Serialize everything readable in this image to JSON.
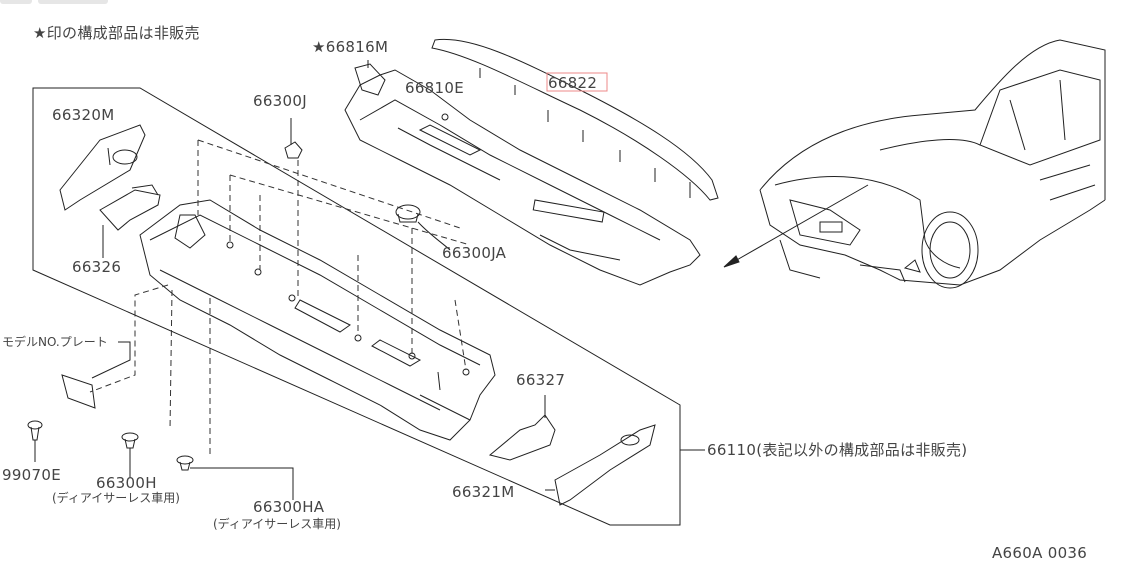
{
  "note": "★印の構成部品は非販売",
  "figure_code": "A660A 0036",
  "parts": {
    "p66816M": "★66816M",
    "p66810E": "66810E",
    "p66822": "66822",
    "p66300J": "66300J",
    "p66320M": "66320M",
    "p66326": "66326",
    "p66300JA": "66300JA",
    "model_plate": "モデルNO.プレート",
    "p66327": "66327",
    "p66110": "66110(表記以外の構成部品は非販売)",
    "p99070E": "99070E",
    "p66300H": "66300H",
    "p66300H_note": "(ディアイサーレス車用)",
    "p66300HA": "66300HA",
    "p66300HA_note": "(ディアイサーレス車用)",
    "p66321M": "66321M"
  }
}
